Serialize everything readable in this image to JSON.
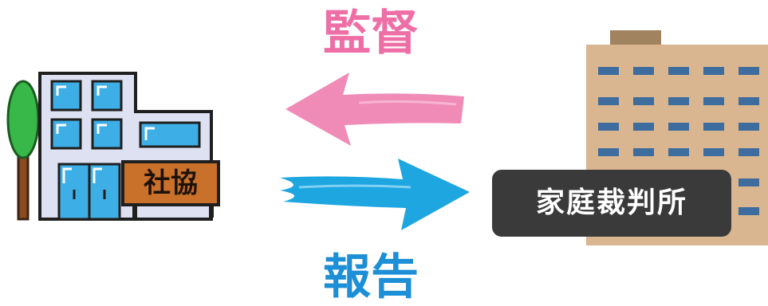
{
  "labels": {
    "supervision": "監督",
    "report": "報告"
  },
  "social_welfare_building": {
    "sign": "社協"
  },
  "family_court": {
    "sign": "家庭裁判所"
  },
  "colors": {
    "supervision_arrow": "#f08bb8",
    "report_arrow": "#1da6e0",
    "building_body": "#dde1f2",
    "window_blue": "#3eaee6",
    "sign_brown": "#c9702a",
    "tree_green": "#39b84a",
    "court_body": "#d9b68f",
    "court_sign": "#3a3a3a"
  }
}
